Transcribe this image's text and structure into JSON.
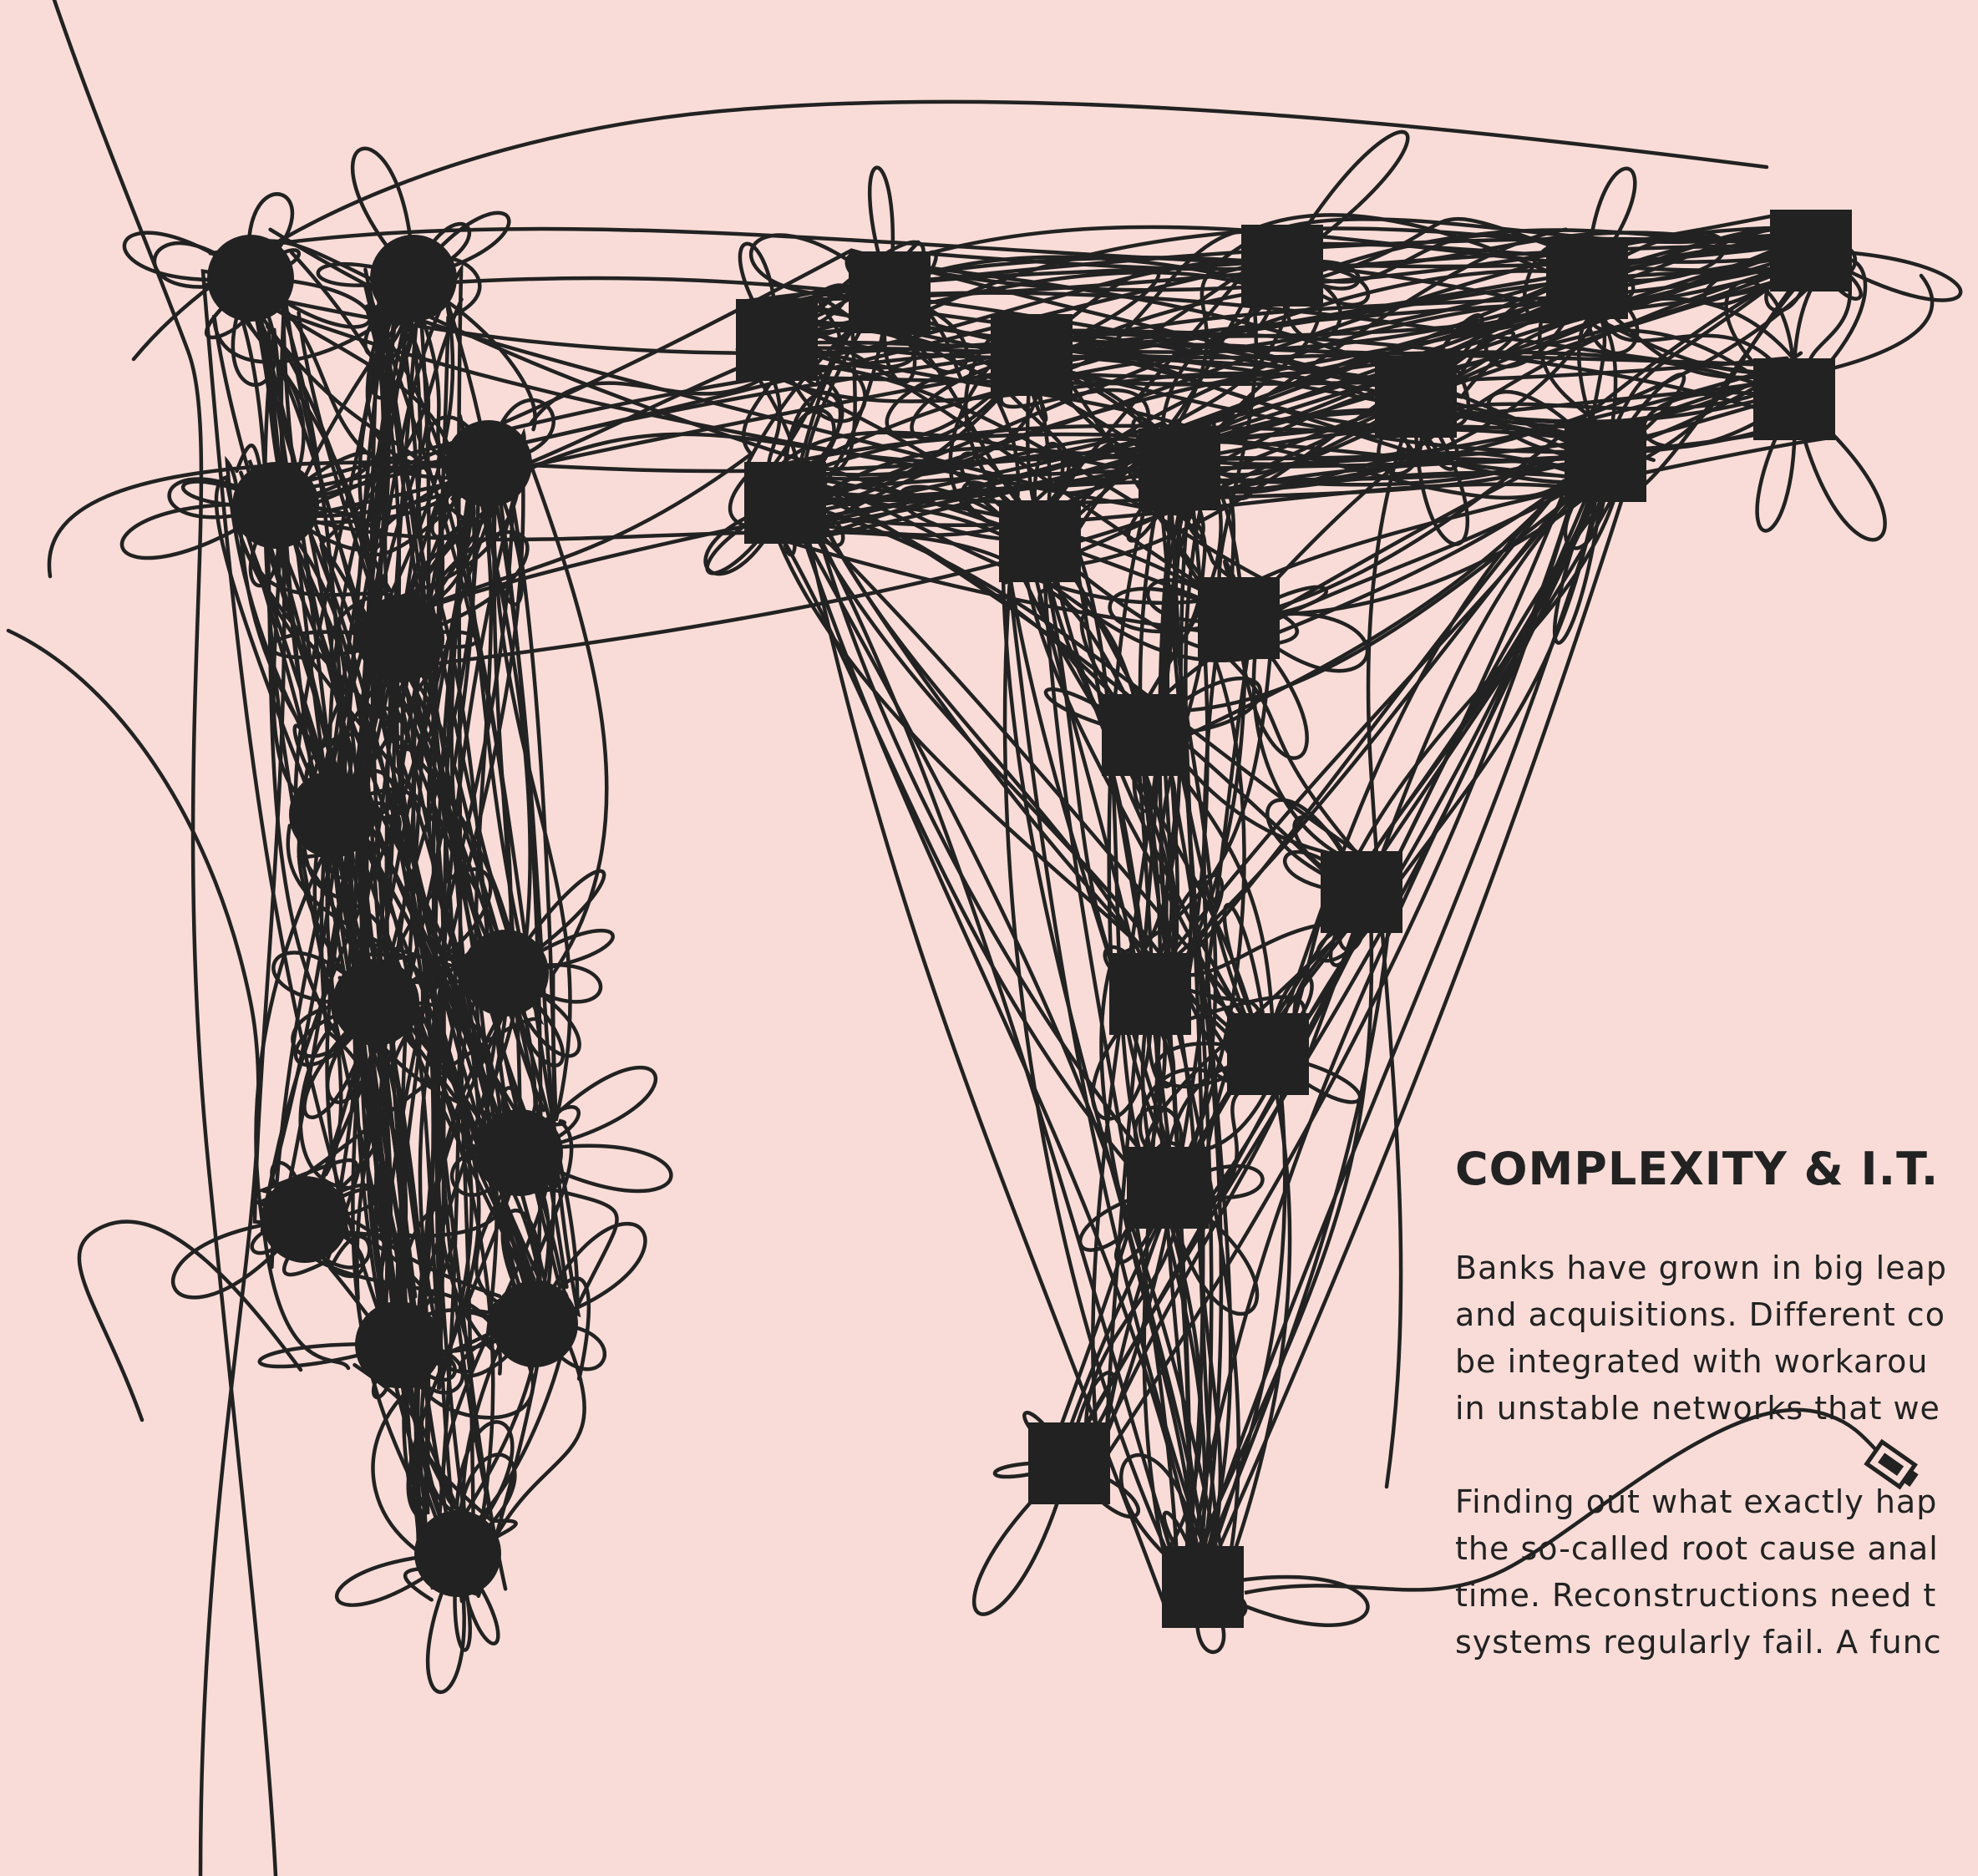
{
  "title": "COMPLEXITY & I.T.",
  "paragraph_1": [
    "Banks have grown in big leap",
    "and acquisitions. Different co",
    "be integrated with workarou",
    "in unstable networks that we"
  ],
  "paragraph_2": [
    "Finding out what exactly hap",
    "the so-called root cause anal",
    "time. Reconstructions need t",
    "systems regularly fail. A func"
  ],
  "colors": {
    "background": "#f9dcd7",
    "ink": "#222222"
  },
  "icons": [
    "network-cable-plug-icon"
  ]
}
